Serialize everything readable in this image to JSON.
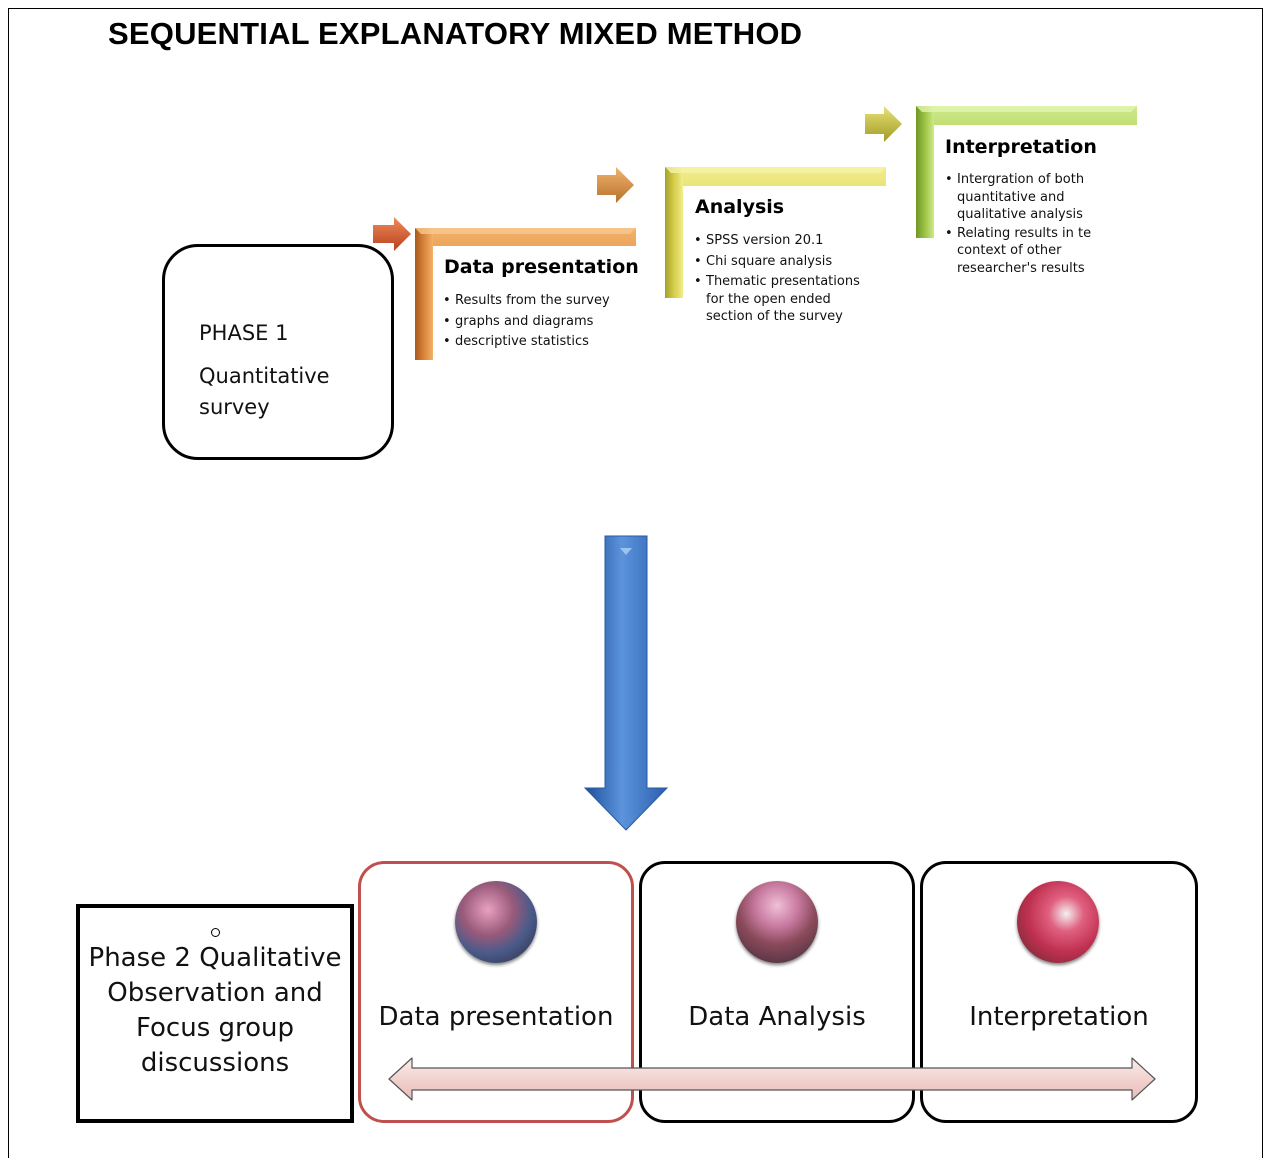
{
  "title": "SEQUENTIAL EXPLANATORY MIXED METHOD",
  "phase1": {
    "line1": "PHASE 1",
    "line2": "Quantitative survey"
  },
  "steps": [
    {
      "title": "Data presentation",
      "color": "#c8702a",
      "bullets": [
        "Results from the survey",
        "graphs and diagrams",
        "descriptive statistics"
      ]
    },
    {
      "title": "Analysis",
      "color": "#c9c03c",
      "bullets": [
        "SPSS version 20.1",
        "Chi square analysis",
        "Thematic presentations for the open ended section of the survey"
      ]
    },
    {
      "title": "Interpretation",
      "color": "#8fbb3c",
      "bullets": [
        "Intergration of both quantitative and qualitative analysis",
        "Relating results in te context of other researcher's results"
      ]
    }
  ],
  "phase2": {
    "text": "Phase 2 Qualitative Observation and Focus group discussions"
  },
  "phase2_boxes": [
    {
      "label": "Data presentation",
      "border": "#c0504d"
    },
    {
      "label": "Data Analysis",
      "border": "#000000"
    },
    {
      "label": "Interpretation",
      "border": "#000000"
    }
  ],
  "colors": {
    "down_arrow": "#3a73c4",
    "double_arrow_fill": "#f2d8d6",
    "red_arrow": "#d0542c",
    "orange_arrow": "#d08a38",
    "olive_arrow": "#b8b238",
    "green_arrow": "#8db43a"
  }
}
